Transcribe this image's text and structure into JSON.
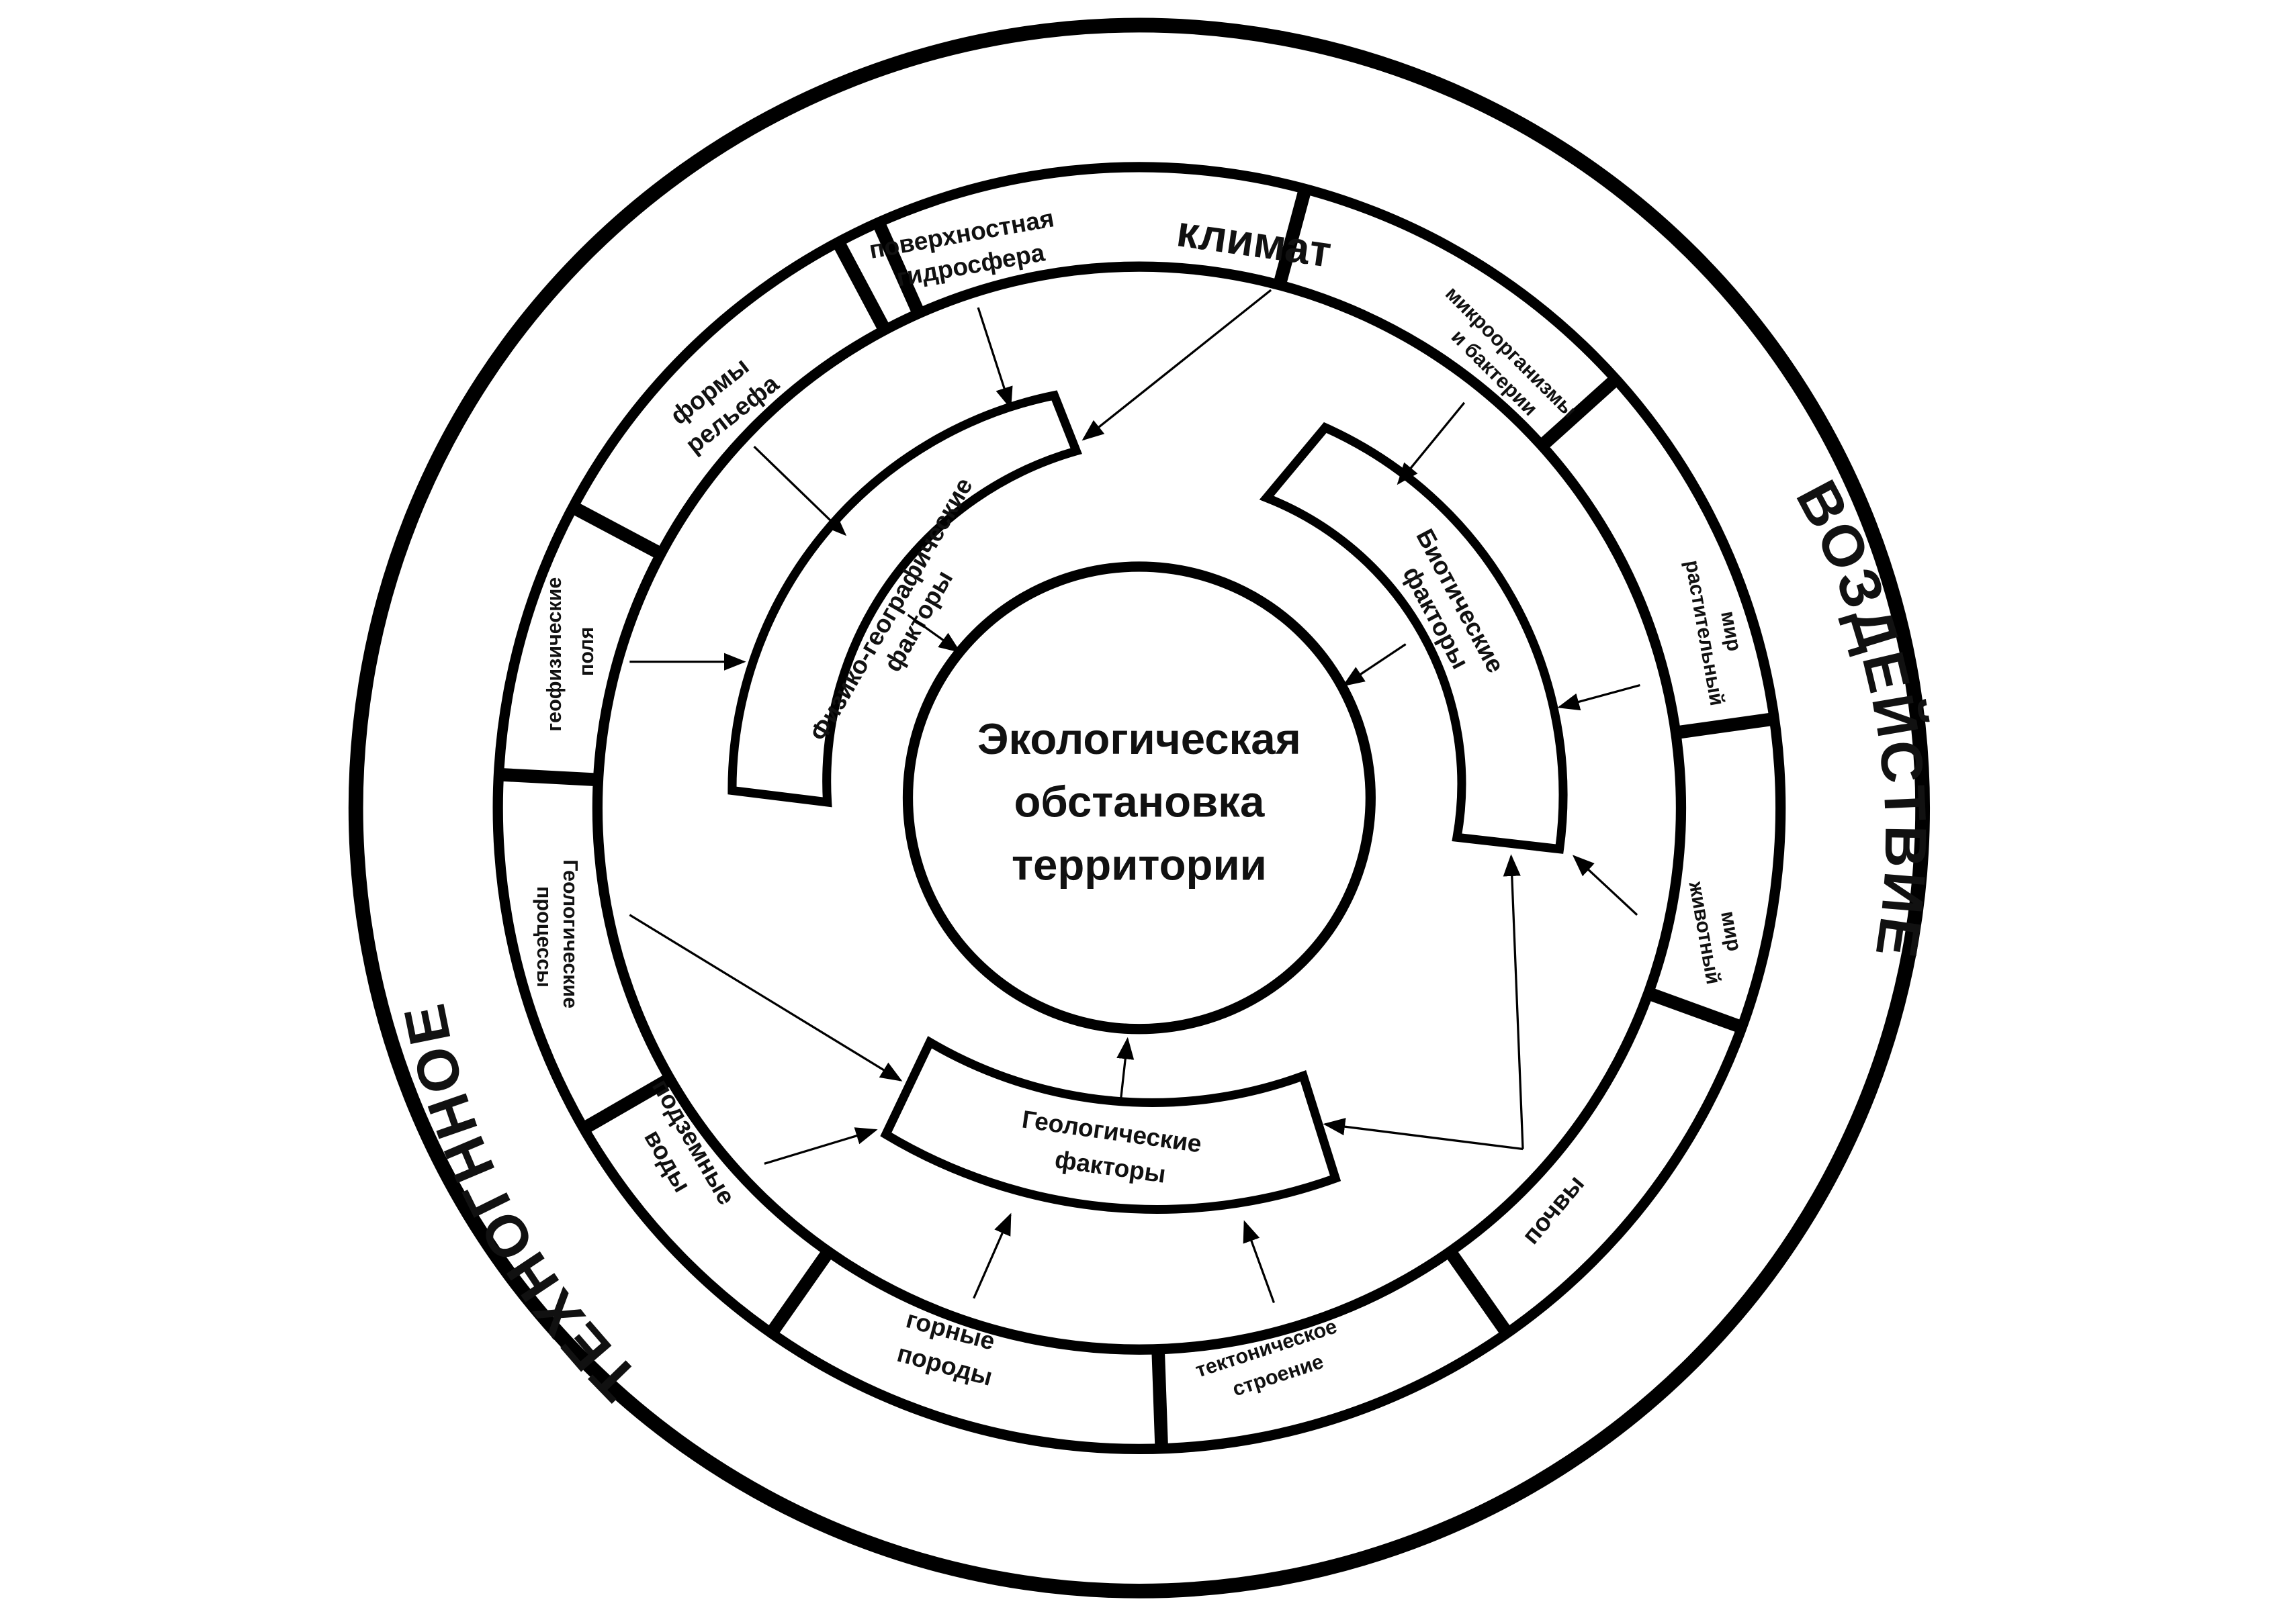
{
  "outer_text": {
    "left": "ТЕХНОГННОЕ",
    "right": "ВОЗДЕЙСТВИЕ"
  },
  "center": [
    "Экологическая",
    "обстановка",
    "территории"
  ],
  "inner_factors": {
    "physgeo": [
      "Физико-географические",
      "факторы"
    ],
    "biotic": [
      "Биотические",
      "факторы"
    ],
    "geologic": [
      "Геологические",
      "факторы"
    ]
  },
  "segments": {
    "climate": [
      "климат"
    ],
    "surface_hydro": [
      "поверхностная",
      "гидросфера"
    ],
    "relief": [
      "формы",
      "рельефа"
    ],
    "geophys": [
      "геофизические",
      "поля"
    ],
    "geoproc": [
      "Геологические",
      "процессы"
    ],
    "groundwater": [
      "подземные",
      "воды"
    ],
    "rocks": [
      "горные",
      "породы"
    ],
    "tectonic": [
      "тектоническое",
      "строение"
    ],
    "soils": [
      "почвы"
    ],
    "fauna": [
      "животный",
      "мир"
    ],
    "flora": [
      "растительный",
      "мир"
    ],
    "microbes": [
      "микроорганизмы",
      "и бактерии"
    ]
  }
}
